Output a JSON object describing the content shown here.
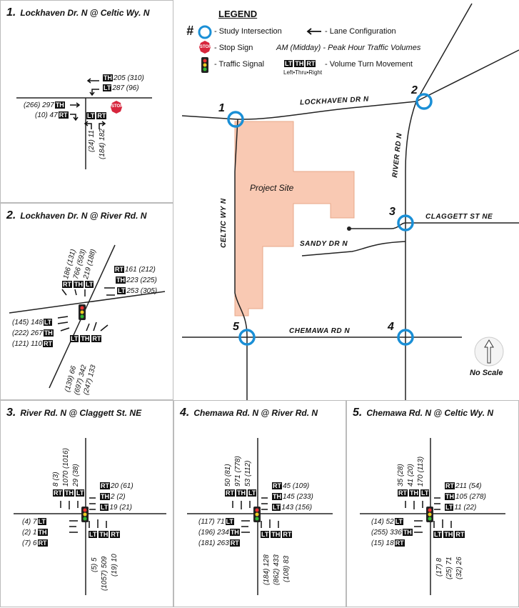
{
  "legend": {
    "title": "LEGEND",
    "hash": "#",
    "study": "- Study Intersection",
    "stop_sign": "- Stop Sign",
    "stop_word": "STOP",
    "signal": "- Traffic Signal",
    "lane_config": "- Lane Configuration",
    "peak": "AM (Midday) - Peak Hour Traffic Volumes",
    "turn_movement": "- Volume Turn Movement",
    "lt": "LT",
    "th": "TH",
    "rt": "RT",
    "ltr_caption": "Left•Thru•Right"
  },
  "map": {
    "streets": {
      "lockhaven": "LOCKHAVEN DR N",
      "river": "RIVER RD N",
      "claggett": "CLAGGETT ST NE",
      "sandy": "SANDY DR N",
      "chemawa": "CHEMAWA RD N",
      "celtic": "CELTIC WY N"
    },
    "project_site": "Project Site",
    "no_scale": "No Scale",
    "intersection_numbers": [
      "1",
      "2",
      "3",
      "4",
      "5"
    ]
  },
  "panels": [
    {
      "num": "1.",
      "title": "Lockhaven Dr. N @ Celtic Wy. N",
      "labels": {
        "th_e": "205 (310)",
        "lt_e": "287 (96)",
        "th_w": "(266) 297",
        "rt_w": "(10) 47",
        "lt_s": "(24) 11",
        "rt_s": "(184) 182"
      }
    },
    {
      "num": "2.",
      "title": "Lockhaven Dr. N @ River Rd. N",
      "labels": {
        "nb_rt": "186 (131)",
        "nb_th": "766 (593)",
        "nb_lt": "219 (188)",
        "e_rt": "161 (212)",
        "e_th": "223 (225)",
        "e_lt": "253 (305)",
        "w_lt": "(145) 148",
        "w_th": "(222) 267",
        "w_rt": "(121) 110",
        "s_lt": "(139) 66",
        "s_th": "(697) 342",
        "s_rt": "(247) 133"
      }
    },
    {
      "num": "3.",
      "title": "River Rd. N @ Claggett St. NE",
      "labels": {
        "n_rt": "8 (3)",
        "n_th": "1070 (1016)",
        "n_lt": "29 (38)",
        "e_rt": "20 (61)",
        "e_th": "2 (2)",
        "e_lt": "19 (21)",
        "w_lt": "(4) 7",
        "w_th": "(2) 1",
        "w_rt": "(7) 6",
        "s_lt": "(5) 5",
        "s_th": "(1057) 509",
        "s_rt": "(19) 10"
      }
    },
    {
      "num": "4.",
      "title": "Chemawa Rd. N @ River Rd. N",
      "labels": {
        "n_rt": "50 (81)",
        "n_th": "971 (778)",
        "n_lt": "53 (112)",
        "e_rt": "45 (109)",
        "e_th": "145 (233)",
        "e_lt": "143 (156)",
        "w_lt": "(117) 71",
        "w_th": "(196) 234",
        "w_rt": "(181) 263",
        "s_lt": "(184) 128",
        "s_th": "(862) 433",
        "s_rt": "(108) 83"
      }
    },
    {
      "num": "5.",
      "title": "Chemawa Rd. N @ Celtic Wy. N",
      "labels": {
        "n_rt": "35 (28)",
        "n_th": "41 (20)",
        "n_lt": "170 (113)",
        "e_rt": "211 (54)",
        "e_th": "105 (278)",
        "e_lt": "11 (22)",
        "w_lt": "(14) 52",
        "w_th": "(255) 336",
        "w_rt": "(15) 18",
        "s_lt": "(17) 8",
        "s_th": "(25) 71",
        "s_rt": "(32) 26"
      }
    }
  ],
  "colors": {
    "site_fill": "#f9c9b3",
    "site_stroke": "#e8a88a",
    "ring": "#1a8fd6",
    "stop": "#d7263d"
  }
}
